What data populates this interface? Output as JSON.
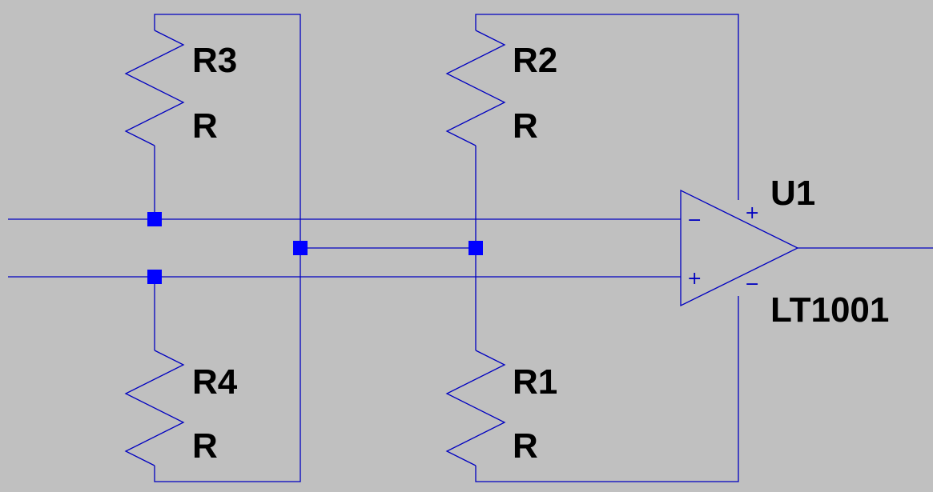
{
  "colors": {
    "background": "#c0c0c0",
    "wire": "#0000c0",
    "junction": "#0000ff",
    "label": "#000000"
  },
  "components": {
    "r3": {
      "ref": "R3",
      "value": "R"
    },
    "r2": {
      "ref": "R2",
      "value": "R"
    },
    "r4": {
      "ref": "R4",
      "value": "R"
    },
    "r1": {
      "ref": "R1",
      "value": "R"
    },
    "u1": {
      "ref": "U1",
      "value": "LT1001",
      "input_minus": "−",
      "input_plus": "+",
      "supply_plus": "+",
      "supply_minus": "−"
    }
  }
}
